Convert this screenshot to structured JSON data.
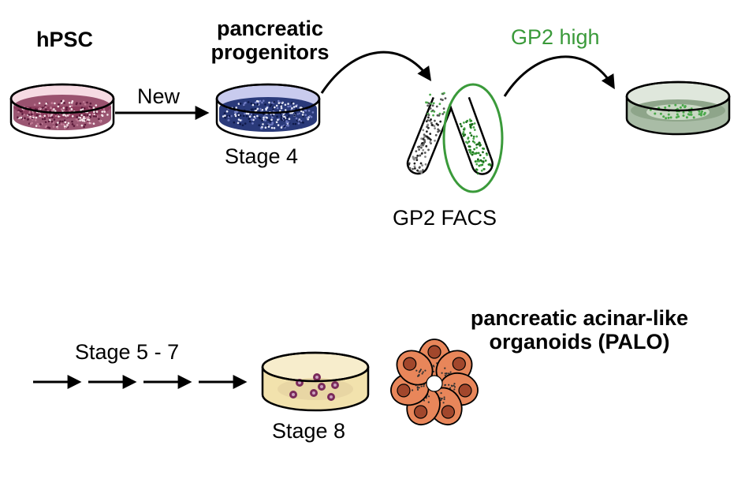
{
  "labels": {
    "hpsc": "hPSC",
    "new": "New",
    "progenitors_line1": "pancreatic",
    "progenitors_line2": "progenitors",
    "stage4": "Stage 4",
    "gp2_high": "GP2 high",
    "gp2_facs": "GP2 FACS",
    "stage5_7": "Stage 5 - 7",
    "stage8": "Stage 8",
    "palo_line1": "pancreatic acinar-like",
    "palo_line2": "organoids (PALO)"
  },
  "colors": {
    "text": "#000000",
    "gp2_green": "#3a9a3a",
    "hpsc_cells": "#8a3a5a",
    "hpsc_liquid": "#f3c9d6",
    "stage4_cells": "#2a3a7a",
    "stage4_liquid": "#b7b9e2",
    "gp2_dish_liquid": "#8ea58a",
    "gp2_cells": "#4aa84a",
    "stage8_liquid": "#f2e2ad",
    "organoid_cells": "#7a2a5a",
    "acinar_cell": "#e8865a",
    "acinar_nucleus": "#a2472c"
  }
}
